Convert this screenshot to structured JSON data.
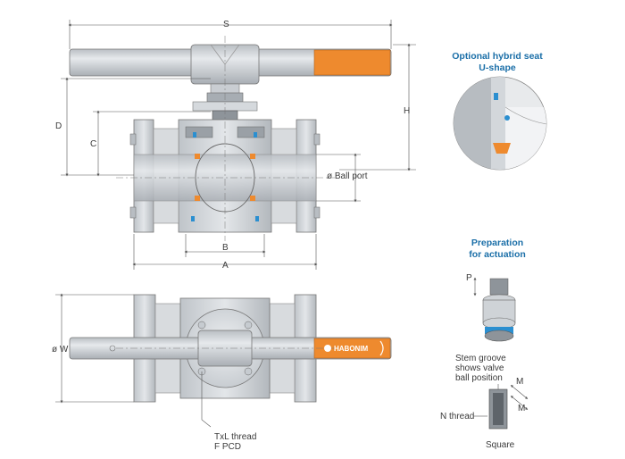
{
  "dimensions": {
    "S": "S",
    "H": "H",
    "D": "D",
    "C": "C",
    "B": "B",
    "A": "A",
    "ball_port": "ø Ball port",
    "W": "ø W",
    "P": "P",
    "M1": "M",
    "M2": "M"
  },
  "notes": {
    "thread_line1": "TxL thread",
    "thread_line2": "F PCD",
    "stem_line1": "Stem groove",
    "stem_line2": "shows valve",
    "stem_line3": "ball position",
    "n_thread": "N thread",
    "square": "Square"
  },
  "callouts": {
    "hybrid_line1": "Optional hybrid seat",
    "hybrid_line2": "U-shape",
    "actuation_line1": "Preparation",
    "actuation_line2": "for actuation"
  },
  "brand": {
    "name": "HABONIM"
  },
  "colors": {
    "accent_orange": "#ee8a2e",
    "seat_blue": "#2b8fd0",
    "heading_blue": "#1b6fa8",
    "metal": "#cfd3d7",
    "metal_dark": "#9ea4aa"
  },
  "icons": {
    "logo": "habonim-logo-icon"
  }
}
